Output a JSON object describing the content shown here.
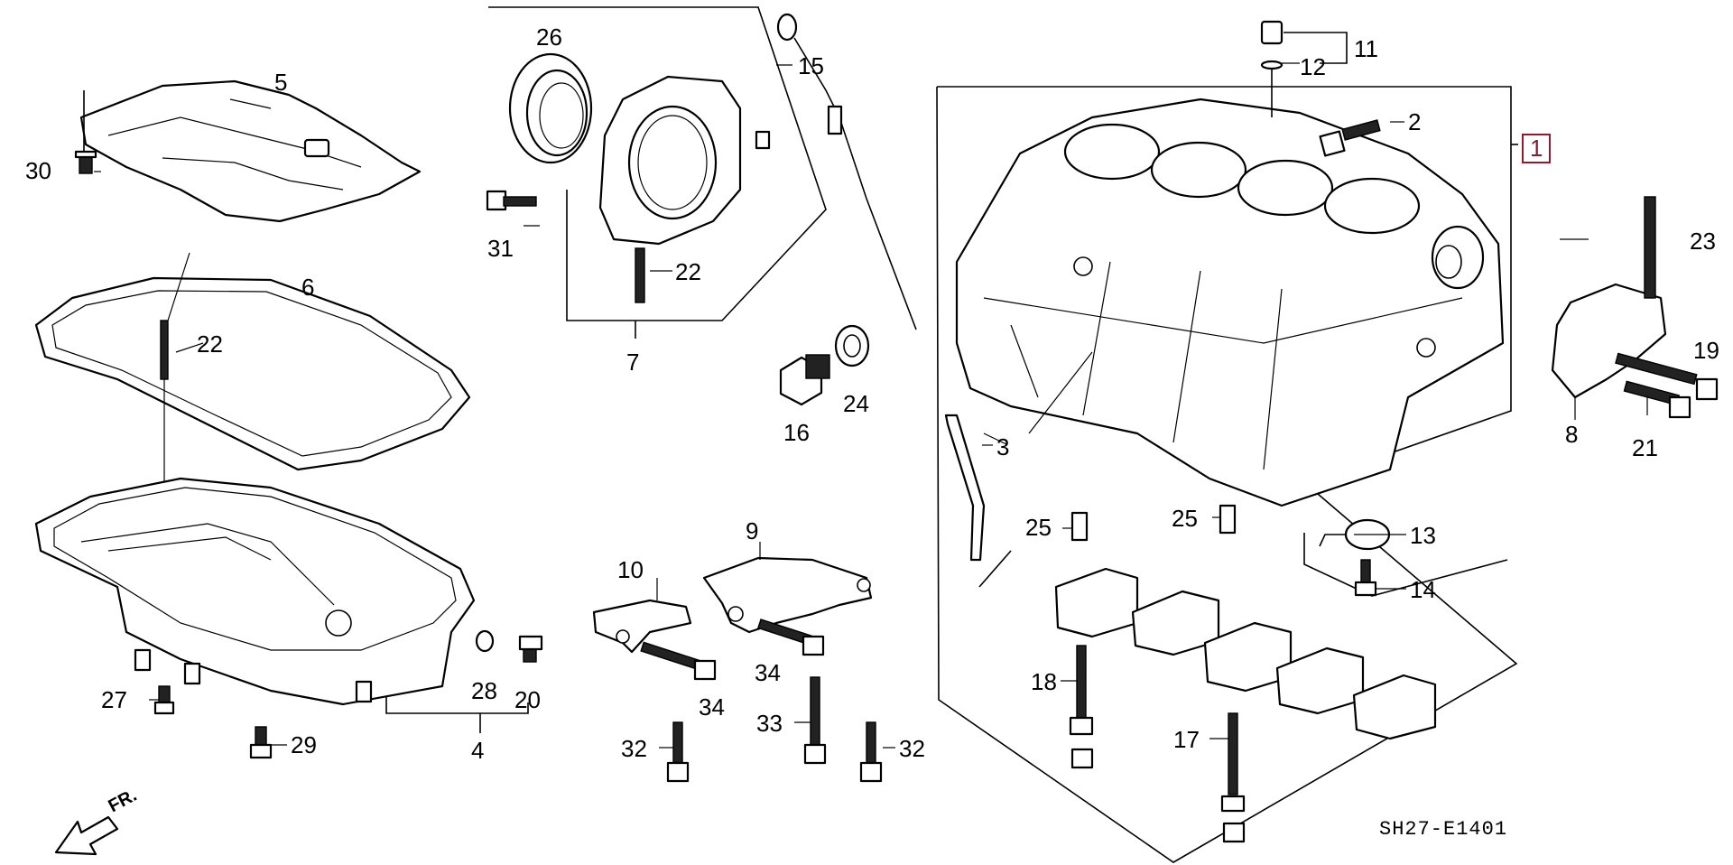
{
  "diagram": {
    "drawing_code": "SH27-E1401",
    "front_marker": "FR.",
    "selected_part": "1",
    "callouts": [
      {
        "id": "c1",
        "label": "1",
        "part": "cylinder block"
      },
      {
        "id": "c2",
        "label": "2"
      },
      {
        "id": "c3",
        "label": "3"
      },
      {
        "id": "c4",
        "label": "4"
      },
      {
        "id": "c5",
        "label": "5"
      },
      {
        "id": "c6",
        "label": "6"
      },
      {
        "id": "c7",
        "label": "7"
      },
      {
        "id": "c8",
        "label": "8"
      },
      {
        "id": "c9",
        "label": "9"
      },
      {
        "id": "c10",
        "label": "10"
      },
      {
        "id": "c11",
        "label": "11"
      },
      {
        "id": "c12",
        "label": "12"
      },
      {
        "id": "c13",
        "label": "13"
      },
      {
        "id": "c14",
        "label": "14"
      },
      {
        "id": "c15",
        "label": "15"
      },
      {
        "id": "c16",
        "label": "16"
      },
      {
        "id": "c17",
        "label": "17"
      },
      {
        "id": "c18",
        "label": "18"
      },
      {
        "id": "c19",
        "label": "19"
      },
      {
        "id": "c20",
        "label": "20"
      },
      {
        "id": "c21",
        "label": "21"
      },
      {
        "id": "c22a",
        "label": "22"
      },
      {
        "id": "c22b",
        "label": "22"
      },
      {
        "id": "c23",
        "label": "23"
      },
      {
        "id": "c24",
        "label": "24"
      },
      {
        "id": "c25a",
        "label": "25"
      },
      {
        "id": "c25b",
        "label": "25"
      },
      {
        "id": "c26",
        "label": "26"
      },
      {
        "id": "c27",
        "label": "27"
      },
      {
        "id": "c28",
        "label": "28"
      },
      {
        "id": "c29",
        "label": "29"
      },
      {
        "id": "c30",
        "label": "30"
      },
      {
        "id": "c31",
        "label": "31"
      },
      {
        "id": "c32a",
        "label": "32"
      },
      {
        "id": "c32b",
        "label": "32"
      },
      {
        "id": "c33",
        "label": "33"
      },
      {
        "id": "c34a",
        "label": "34"
      },
      {
        "id": "c34b",
        "label": "34"
      }
    ]
  }
}
